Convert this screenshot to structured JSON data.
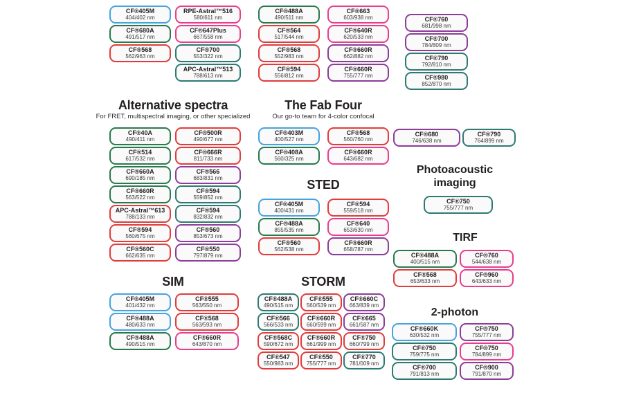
{
  "colors": {
    "blue": "#45a4dc",
    "green": "#277a4e",
    "teal": "#2c7a74",
    "red": "#e03c3c",
    "pink": "#e83d8d",
    "purple": "#8b3e98",
    "text": "#231f20"
  },
  "sections": {
    "alternative": {
      "title": "Alternative spectra",
      "subtitle": "For FRET, multispectral imaging, or other specialized"
    },
    "fab_four": {
      "title": "The Fab Four",
      "subtitle": "Our go-to team for 4-color confocal"
    },
    "sted": {
      "title": "STED"
    },
    "sim": {
      "title": "SIM"
    },
    "storm": {
      "title": "STORM"
    },
    "photoacoustic": {
      "title": "Photoacoustic imaging"
    },
    "tirf": {
      "title": "TIRF"
    },
    "two_photon": {
      "title": "2-photon"
    }
  },
  "groups": {
    "top_col1": [
      {
        "name": "CF®405M",
        "nm": "404/402 nm",
        "color": "blue"
      },
      {
        "name": "CF®680A",
        "nm": "491/517 nm",
        "color": "green"
      },
      {
        "name": "CF®568",
        "nm": "562/963 nm",
        "color": "red"
      }
    ],
    "top_col2": [
      {
        "name": "RPE-Astral™516",
        "nm": "580/611 nm",
        "color": "pink"
      },
      {
        "name": "CF®647Plus",
        "nm": "667/558 nm",
        "color": "pink"
      },
      {
        "name": "CF®700",
        "nm": "553/322 nm",
        "color": "teal"
      },
      {
        "name": "APC-Astral™513",
        "nm": "788/613 nm",
        "color": "teal"
      }
    ],
    "top_col3": [
      {
        "name": "CF®488A",
        "nm": "490/511 nm",
        "color": "green"
      },
      {
        "name": "CF®564",
        "nm": "517/544 nm",
        "color": "red"
      },
      {
        "name": "CF®568",
        "nm": "552/983 nm",
        "color": "red"
      },
      {
        "name": "CF®594",
        "nm": "556/812 nm",
        "color": "red"
      }
    ],
    "top_col4": [
      {
        "name": "CF®663",
        "nm": "603/938 nm",
        "color": "pink"
      },
      {
        "name": "CF®640R",
        "nm": "620/533 nm",
        "color": "pink"
      },
      {
        "name": "CF®660R",
        "nm": "662/882 nm",
        "color": "purple"
      },
      {
        "name": "CF®660R",
        "nm": "755/777 nm",
        "color": "purple"
      }
    ],
    "top_col5": [
      {
        "name": "CF®760",
        "nm": "681/998 nm",
        "color": "purple"
      },
      {
        "name": "CF®700",
        "nm": "784/809 nm",
        "color": "purple"
      },
      {
        "name": "CF®790",
        "nm": "792/810 nm",
        "color": "teal"
      },
      {
        "name": "CF®980",
        "nm": "852/870 nm",
        "color": "teal"
      }
    ],
    "alt_a": [
      {
        "name": "CF®40A",
        "nm": "490/411 nm",
        "color": "green"
      },
      {
        "name": "CF®514",
        "nm": "617/532 nm",
        "color": "green"
      },
      {
        "name": "CF®660A",
        "nm": "690/185 nm",
        "color": "green"
      },
      {
        "name": "CF®660R",
        "nm": "563/522 nm",
        "color": "green"
      },
      {
        "name": "APC-Astral™613",
        "nm": "788/133 nm",
        "color": "red"
      },
      {
        "name": "CF®594",
        "nm": "560/675 nm",
        "color": "red"
      },
      {
        "name": "CF®560C",
        "nm": "662/635 nm",
        "color": "red"
      }
    ],
    "alt_b": [
      {
        "name": "CF®500R",
        "nm": "490/677 nm",
        "color": "red"
      },
      {
        "name": "CF®666R",
        "nm": "811/733 nm",
        "color": "red"
      },
      {
        "name": "CF®566",
        "nm": "683/831 nm",
        "color": "purple"
      },
      {
        "name": "CF®594",
        "nm": "559/852 nm",
        "color": "teal"
      },
      {
        "name": "CF®594",
        "nm": "832/832 nm",
        "color": "teal"
      },
      {
        "name": "CF®560",
        "nm": "853/673 nm",
        "color": "purple"
      },
      {
        "name": "CF®550",
        "nm": "797/879 nm",
        "color": "purple"
      }
    ],
    "fab_l": [
      {
        "name": "CF®403M",
        "nm": "400/527 nm",
        "color": "blue"
      },
      {
        "name": "CF®408A",
        "nm": "560/325 nm",
        "color": "green"
      }
    ],
    "fab_r": [
      {
        "name": "CF®568",
        "nm": "560/760 nm",
        "color": "red"
      },
      {
        "name": "CF®660R",
        "nm": "643/682 nm",
        "color": "pink"
      }
    ],
    "sted_l": [
      {
        "name": "CF®405M",
        "nm": "400/431 nm",
        "color": "blue"
      },
      {
        "name": "CF®488A",
        "nm": "855/535 nm",
        "color": "green"
      },
      {
        "name": "CF®560",
        "nm": "562/538 nm",
        "color": "red"
      }
    ],
    "sted_r": [
      {
        "name": "CF®594",
        "nm": "559/518 nm",
        "color": "red"
      },
      {
        "name": "CF®640",
        "nm": "653/630 nm",
        "color": "pink"
      },
      {
        "name": "CF®660R",
        "nm": "658/787 nm",
        "color": "purple"
      }
    ],
    "sim_l": [
      {
        "name": "CF®405M",
        "nm": "401/432 nm",
        "color": "blue"
      },
      {
        "name": "CF®488A",
        "nm": "480/633 nm",
        "color": "blue"
      },
      {
        "name": "CF®488A",
        "nm": "490/515 nm",
        "color": "green"
      }
    ],
    "sim_r": [
      {
        "name": "CF®555",
        "nm": "563/550 nm",
        "color": "red"
      },
      {
        "name": "CF®568",
        "nm": "563/593 nm",
        "color": "red"
      },
      {
        "name": "CF®660R",
        "nm": "643/870 nm",
        "color": "pink"
      }
    ],
    "storm_1": [
      {
        "name": "CF®488A",
        "nm": "490/515 nm",
        "color": "teal"
      },
      {
        "name": "CF®566",
        "nm": "566/533 nm",
        "color": "teal"
      },
      {
        "name": "CF®568C",
        "nm": "590/672 nm",
        "color": "red"
      },
      {
        "name": "CF®547",
        "nm": "550/983 nm",
        "color": "red"
      }
    ],
    "storm_2": [
      {
        "name": "CF®555",
        "nm": "560/539 nm",
        "color": "red"
      },
      {
        "name": "CF®660R",
        "nm": "660/599 nm",
        "color": "red"
      },
      {
        "name": "CF®660R",
        "nm": "661/999 nm",
        "color": "red"
      },
      {
        "name": "CF®550",
        "nm": "755/777 nm",
        "color": "red"
      }
    ],
    "storm_3": [
      {
        "name": "CF®660C",
        "nm": "663/839 nm",
        "color": "purple"
      },
      {
        "name": "CF®665",
        "nm": "661/587 nm",
        "color": "purple"
      },
      {
        "name": "CF®750",
        "nm": "660/799 nm",
        "color": "red"
      },
      {
        "name": "CF®770",
        "nm": "781/009 nm",
        "color": "teal"
      }
    ],
    "right_a": [
      {
        "name": "CF®680",
        "nm": "746/638 nm",
        "color": "purple"
      }
    ],
    "right_b": [
      {
        "name": "CF®790",
        "nm": "764/899 nm",
        "color": "teal"
      }
    ],
    "photoacoustic": [
      {
        "name": "CF®750",
        "nm": "755/777 nm",
        "color": "teal"
      }
    ],
    "tirf_l": [
      {
        "name": "CF®488A",
        "nm": "400/515 nm",
        "color": "green"
      },
      {
        "name": "CF®568",
        "nm": "653/633 nm",
        "color": "red"
      }
    ],
    "tirf_r": [
      {
        "name": "CF®760",
        "nm": "544/638 nm",
        "color": "pink"
      },
      {
        "name": "CF®960",
        "nm": "643/633 nm",
        "color": "pink"
      }
    ],
    "tp_l": [
      {
        "name": "CF®660K",
        "nm": "630/532 nm",
        "color": "blue"
      },
      {
        "name": "CF®750",
        "nm": "759/775 nm",
        "color": "teal"
      },
      {
        "name": "CF®700",
        "nm": "791/813 nm",
        "color": "teal"
      }
    ],
    "tp_r": [
      {
        "name": "CF®750",
        "nm": "755/777 nm",
        "color": "purple"
      },
      {
        "name": "CF®750",
        "nm": "784/899 nm",
        "color": "pink"
      },
      {
        "name": "CF®900",
        "nm": "791/870 nm",
        "color": "purple"
      }
    ]
  }
}
